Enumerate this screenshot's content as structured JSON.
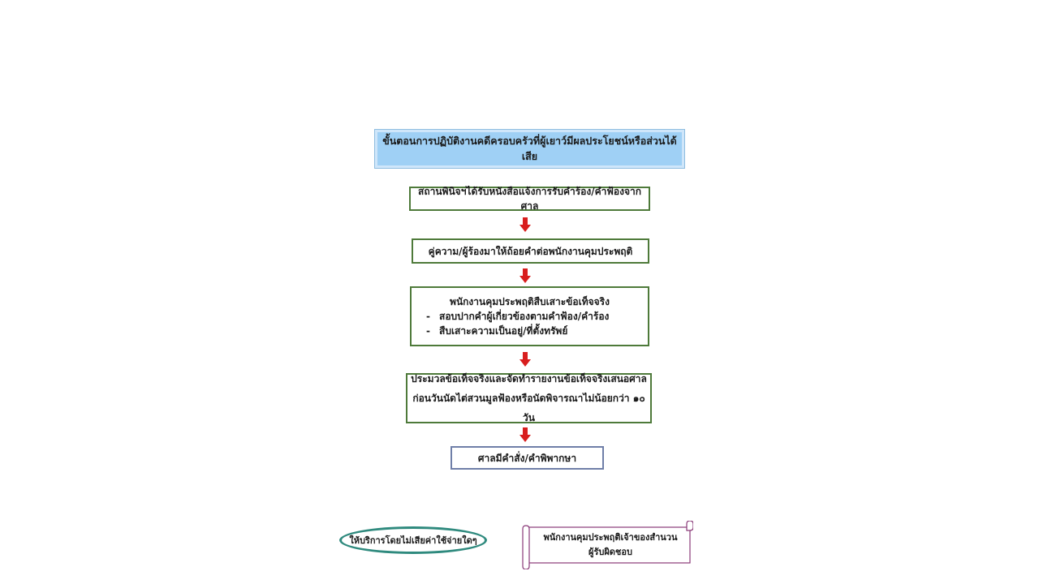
{
  "title": "ขั้นตอนการปฏิบัติงานคดีครอบครัวที่ผู้เยาว์มีผลประโยชน์หรือส่วนได้เสีย",
  "steps": {
    "step1": "สถานพินิจฯได้รับหนังสือแจ้งการรับคำร้อง/คำฟ้องจากศาล",
    "step2": "คู่ความ/ผู้ร้องมาให้ถ้อยคำต่อพนักงานคุมประพฤติ",
    "step3": {
      "heading": "พนักงานคุมประพฤติสืบเสาะข้อเท็จจริง",
      "bullet_char": "-",
      "bullets": [
        "สอบปากคำผู้เกี่ยวข้องตามคำฟ้อง/คำร้อง",
        "สืบเสาะความเป็นอยู่/ที่ตั้งทรัพย์"
      ]
    },
    "step4": {
      "line1": "ประมวลข้อเท็จจริงและจัดทำรายงานข้อเท็จจริงเสนอศาล",
      "line2": "ก่อนวันนัดไต่สวนมูลฟ้องหรือนัดพิจารณาไม่น้อยกว่า ๑๐ วัน"
    },
    "step5": "ศาลมีคำสั่ง/คำพิพากษา"
  },
  "notes": {
    "free_service": "ให้บริการโดยไม่เสียค่าใช้จ่ายใดๆ",
    "responsible_line1": "พนักงานคุมประพฤติเจ้าของสำนวน",
    "responsible_line2": "ผู้รับผิดชอบ"
  },
  "colors": {
    "title_fill": "#9fd0f5",
    "step_border": "#4e7a3a",
    "final_border": "#6f7fa8",
    "arrow": "#d81e1e",
    "oval_border": "#2f8a7e",
    "scroll_border": "#8a3a78"
  }
}
